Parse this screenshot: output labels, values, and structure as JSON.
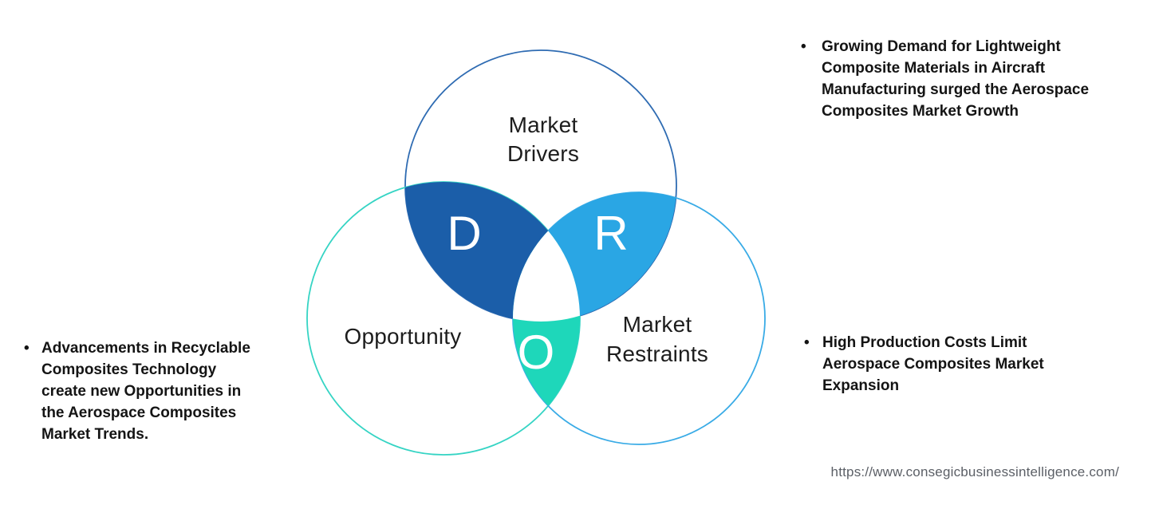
{
  "page": {
    "background_color": "#ffffff",
    "source_url": "https://www.consegicbusinessintelligence.com/"
  },
  "venn": {
    "letter_color": "#ffffff",
    "center_fill": "#ffffff",
    "sets": [
      {
        "id": "market-drivers",
        "label": "Market\nDrivers",
        "letter": "D",
        "outline_color": "#2e6bb2",
        "overlap_fill": "#1b5ea9"
      },
      {
        "id": "opportunity",
        "label": "Opportunity",
        "letter": "O",
        "outline_color": "#35d4c4",
        "overlap_fill": "#1ed7ba"
      },
      {
        "id": "market-restraints",
        "label": "Market\nRestraints",
        "letter": "R",
        "outline_color": "#39abe6",
        "overlap_fill": "#2aa6e4"
      }
    ]
  },
  "notes": {
    "bullet_glyph": "•",
    "left": {
      "text": "Advancements in Recyclable\nComposites Technology\ncreate new Opportunities in\nthe Aerospace Composites\nMarket Trends."
    },
    "right_top": {
      "text": "Growing Demand for Lightweight\nComposite Materials in Aircraft\nManufacturing surged the Aerospace\nComposites Market Growth"
    },
    "right_bottom": {
      "text": "High Production Costs Limit\nAerospace Composites Market\nExpansion"
    }
  }
}
